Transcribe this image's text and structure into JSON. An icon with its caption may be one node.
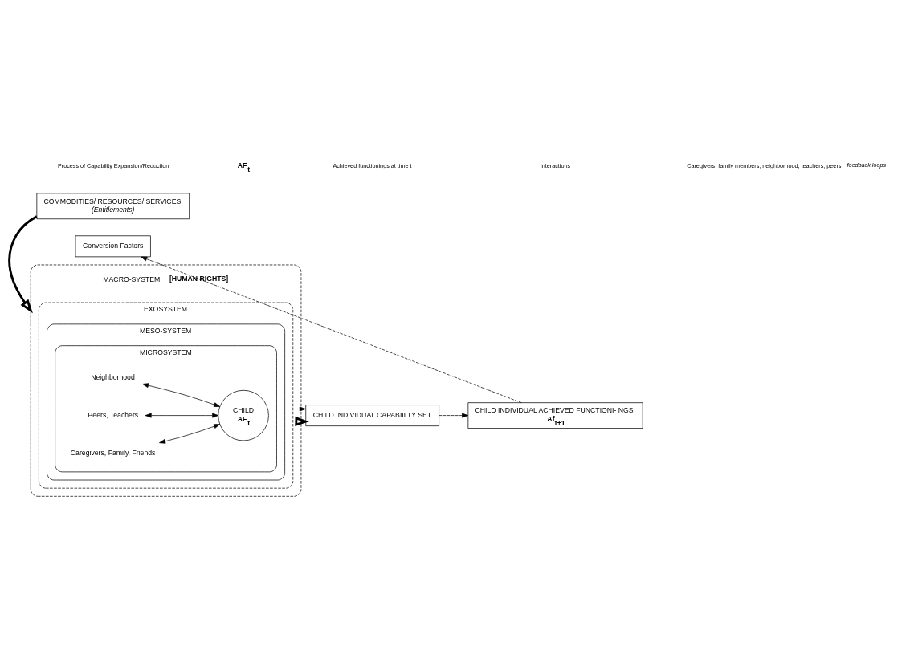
{
  "diagram": {
    "nodes": [
      {
        "text": [
          "Conversion Factors"
        ]
      },
      {
        "text": [
          "MACRO-SYSTEM **[HUMAN RIGHTS]**"
        ]
      },
      {
        "text": [
          "EXOSYSTEM"
        ],
        "in": 1
      },
      {
        "text": [
          "MESO-SYSTEM"
        ],
        "in": 2
      },
      {
        "text": [
          "MICROSYSTEM"
        ],
        "in": 3
      },
      {
        "text": [
          "Neighborhood"
        ],
        "in": 4
      },
      {
        "text": [
          "Peers, Teachers"
        ],
        "in": 4
      },
      {
        "text": [
          "Caregivers, Family, Friends"
        ],
        "in": 4
      },
      {
        "text": [
          "CHILD",
          "**AF$_{t}$**"
        ],
        "in": 4
      },
      {
        "text": [
          "COMMODITIES/ RESOURCES/ SERVICES",
          "*(Entitlements)*"
        ]
      },
      {
        "text": [
          "CHILD INDIVIDUAL CAPABIILTY SET"
        ]
      },
      {
        "text": [
          "CHILD INDIVIDUAL ACHIEVED FUNCTIONI- NGS",
          "**Af$_{t+1}$**"
        ]
      }
    ],
    "edges": [
      {
        "from": 9,
        "to": 1,
        "arrow": "to",
        "style": "thick"
      },
      {
        "from": 1,
        "to": 10,
        "arrow": "to",
        "style": "thick"
      },
      {
        "from": 10,
        "to": 11,
        "arrow": "to",
        "style": "dashed"
      },
      {
        "from": 11,
        "to": 0,
        "arrow": "to",
        "style": "dashed"
      },
      {
        "from": 1,
        "to": 10,
        "arrow": "to",
        "style": "dashed"
      },
      {
        "from": 5,
        "to": 8,
        "arrow": "both"
      },
      {
        "from": 6,
        "to": 8,
        "arrow": "both"
      },
      {
        "from": 7,
        "to": 8,
        "arrow": "both"
      }
    ],
    "labels": [
      "**AF$_{t}$**"
    ],
    "legend": [
      {
        "text": "Process of Capability Expansion/Reduction"
      },
      {
        "text": "Achieved functionings at time t"
      },
      {
        "text": "Interactions"
      },
      {
        "text": "Caregivers, family members, neighborhood, teachers, peers *feedback loops*"
      }
    ]
  }
}
